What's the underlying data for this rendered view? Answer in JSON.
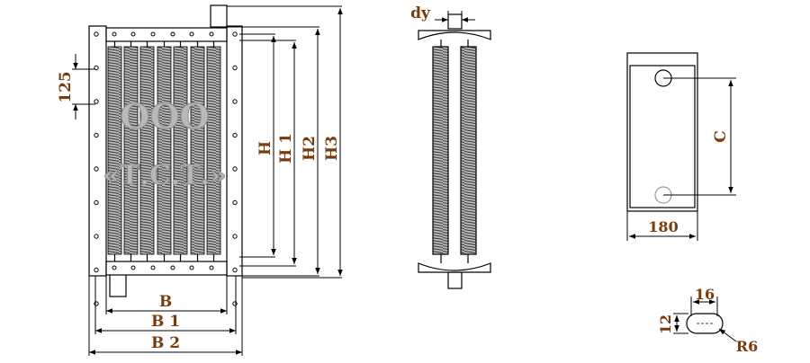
{
  "colors": {
    "line": "#000000",
    "label": "#7a3b0c",
    "fin_dark": "#3c3c3c",
    "fin_mid": "#8c8c8c",
    "watermark": "#b9b9b9"
  },
  "front_view": {
    "dim_pitch": "125",
    "dim_h": "H",
    "dim_h1": "H 1",
    "dim_h2": "H2",
    "dim_h3": "H3",
    "dim_b": "B",
    "dim_b1": "B 1",
    "dim_b2": "B 2",
    "watermark_line1": "ООО",
    "watermark_line2": "«Т.С.Т.»"
  },
  "side_view": {
    "dim_dy": "dy"
  },
  "flange_view": {
    "dim_c": "C",
    "dim_width": "180"
  },
  "slot_detail": {
    "dim_length": "16",
    "dim_height": "12",
    "dim_radius": "R6"
  }
}
